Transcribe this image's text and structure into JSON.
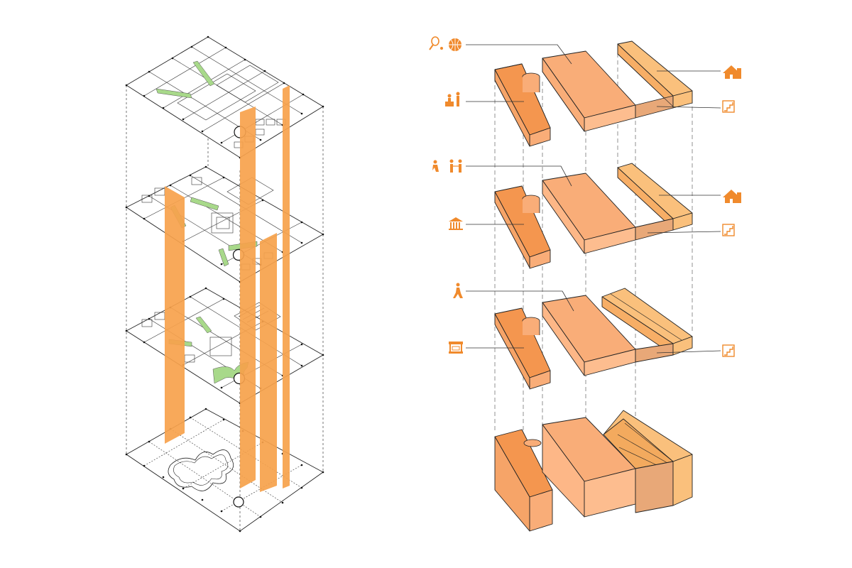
{
  "colors": {
    "accent": "#f7a24c",
    "accent_dark": "#f29a4e",
    "green": "#a8d98a",
    "block_top": "#f9ad78",
    "block_front": "#fdb787",
    "block_side": "#f4964f",
    "block_light": "#fac07c",
    "icon": "#f08a2c"
  },
  "left_diagram": {
    "levels": [
      "roof-level",
      "third-level",
      "second-level",
      "ground-level"
    ]
  },
  "right_diagram": {
    "tiers": [
      {
        "id": "tier-1",
        "icons_left": [
          "tennis-icon",
          "basketball-icon",
          "family-icon"
        ],
        "icons_right": [
          "housing-icon",
          "stair-icon"
        ]
      },
      {
        "id": "tier-2",
        "icons_left": [
          "dance-icon",
          "meeting-icon",
          "museum-icon"
        ],
        "icons_right": [
          "housing-icon",
          "stair-icon"
        ]
      },
      {
        "id": "tier-3",
        "icons_left": [
          "walking-icon",
          "market-icon"
        ],
        "icons_right": [
          "stair-icon"
        ]
      },
      {
        "id": "assembled",
        "icons_left": [],
        "icons_right": []
      }
    ]
  }
}
